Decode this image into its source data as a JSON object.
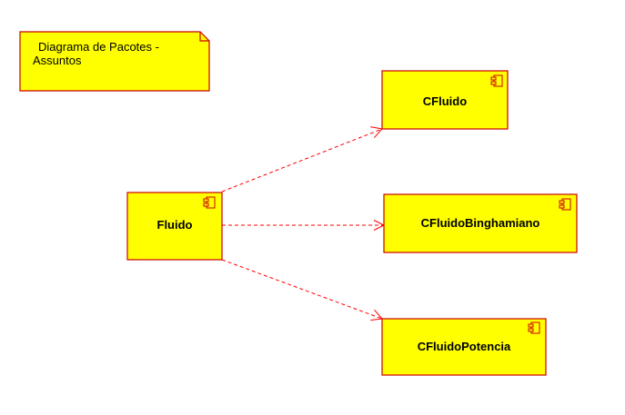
{
  "note": {
    "line1": "Diagrama de Pacotes -",
    "line2": "Assuntos"
  },
  "components": {
    "fluido": "Fluido",
    "cfluido": "CFluido",
    "cfluido_binghamiano": "CFluidoBinghamiano",
    "cfluido_potencia": "CFluidoPotencia"
  },
  "colors": {
    "fill": "#ffff00",
    "border": "#cc0000",
    "arrow": "#ff0000",
    "background": "#ffffff"
  },
  "icons": {
    "component": "component-icon",
    "arrowhead": "open-arrowhead-icon"
  }
}
